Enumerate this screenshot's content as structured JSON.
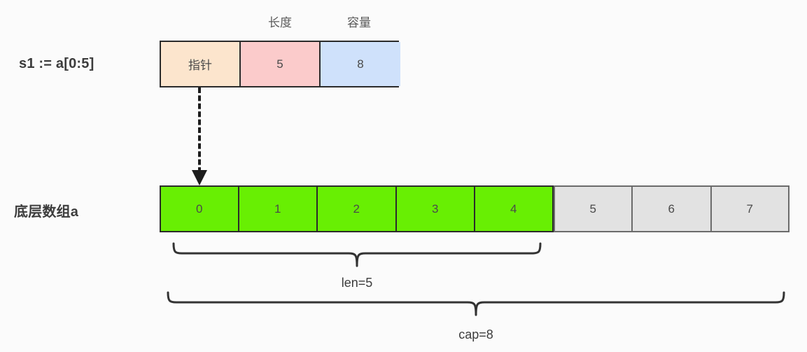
{
  "diagram": {
    "title_row_slice": "s1 := a[0:5]",
    "title_row_array": "底层数组a",
    "column_headers": {
      "length": "长度",
      "capacity": "容量"
    },
    "slice_header": {
      "pointer_label": "指针",
      "length_value": "5",
      "capacity_value": "8"
    },
    "array_cells": [
      {
        "label": "0",
        "state": "in-slice"
      },
      {
        "label": "1",
        "state": "in-slice"
      },
      {
        "label": "2",
        "state": "in-slice"
      },
      {
        "label": "3",
        "state": "in-slice"
      },
      {
        "label": "4",
        "state": "in-slice"
      },
      {
        "label": "5",
        "state": "spare"
      },
      {
        "label": "6",
        "state": "spare"
      },
      {
        "label": "7",
        "state": "spare"
      }
    ],
    "braces": {
      "len_label": "len=5",
      "cap_label": "cap=8"
    },
    "colors": {
      "pointer_cell": "#fce5cd",
      "length_cell": "#fbcbcb",
      "capacity_cell": "#cfe1fb",
      "in_slice_cell": "#68ef03",
      "spare_cell": "#e2e2e2",
      "border": "#2b2b2b",
      "spare_border": "#6b6b6b",
      "text": "#434343",
      "background": "#fbfbfb"
    }
  }
}
